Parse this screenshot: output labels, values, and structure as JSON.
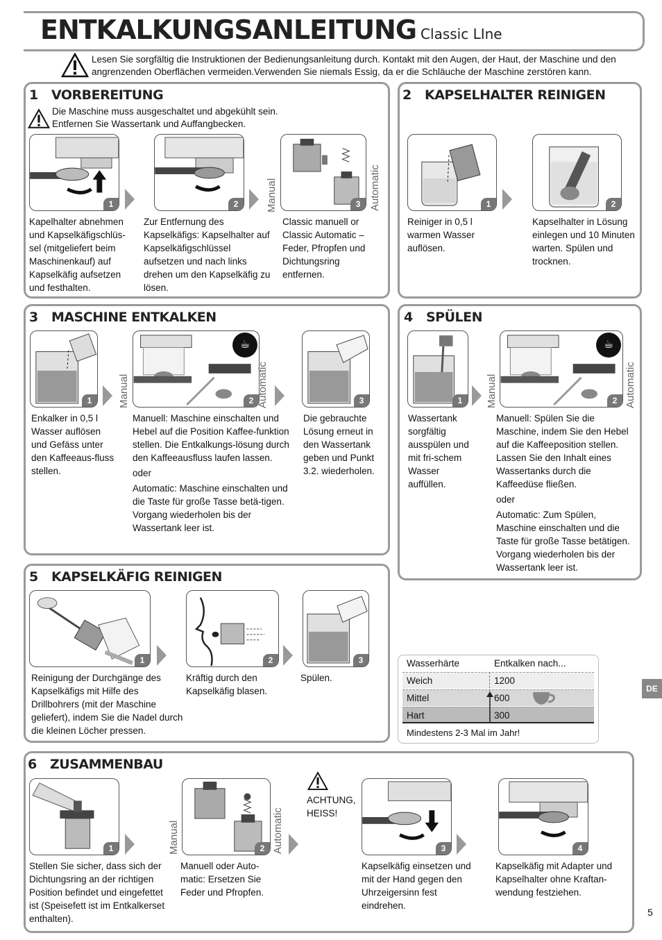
{
  "header": {
    "title": "ENTKALKUNGSANLEITUNG",
    "subtitle": "Classic LIne"
  },
  "warning_top": "Lesen Sie sorgfältig die Instruktionen der Bedienungsanleitung durch.  Kontakt mit den Augen, der Haut, der Maschine und den angrenzenden Oberflächen vermeiden.Verwenden Sie niemals Essig, da er die Schläuche der Maschine zerstören kann.",
  "s1": {
    "num": "1",
    "title": "VORBEREITUNG",
    "warn": "Die Maschine muss ausgeschaltet und abgekühlt sein.\nEntfernen Sie Wassertank und Auffangbecken.",
    "label_manual": "Manual",
    "label_automatic": "Automatic",
    "steps": [
      {
        "n": "1",
        "text": "Kapelhalter abnehmen und Kapselkäfigschlüs-sel (mitgeliefert beim Maschinenkauf) auf Kapselkäfig aufsetzen und festhalten."
      },
      {
        "n": "2",
        "text": "Zur Entfernung des Kapselkäfigs: Kapselhalter auf Kapselkäfigschlüssel aufsetzen und nach links drehen um den Kapselkäfig zu lösen."
      },
      {
        "n": "3",
        "text": "Classic manuell or Classic Automatic –  Feder, Pfropfen und Dichtungsring entfernen."
      }
    ]
  },
  "s2": {
    "num": "2",
    "title": "KAPSELHALTER REINIGEN",
    "steps": [
      {
        "n": "1",
        "text": "Reiniger in 0,5 l warmen Wasser auflösen."
      },
      {
        "n": "2",
        "text": "Kapselhalter in Lösung einlegen und 10 Minuten warten. Spülen und trocknen."
      }
    ]
  },
  "s3": {
    "num": "3",
    "title": "MASCHINE ENTKALKEN",
    "label_manual": "Manual",
    "label_automatic": "Automatic",
    "steps": [
      {
        "n": "1",
        "text": "Enkalker in 0,5 l Wasser auflösen und Gefäss unter den Kaffeeaus-fluss stellen."
      },
      {
        "n": "2",
        "text": "Manuell: Maschine einschalten und Hebel auf die Position Kaffee-funktion stellen. Die Entkalkungs-lösung durch den Kaffeeausfluss laufen lassen.",
        "or": "oder",
        "text2": "Automatic: Maschine einschalten und die Taste für große Tasse betä-tigen. Vorgang wiederholen bis der Wassertank leer ist."
      },
      {
        "n": "3",
        "text": "Die gebrauchte Lösung erneut in den Wassertank geben und Punkt 3.2. wiederholen."
      }
    ]
  },
  "s4": {
    "num": "4",
    "title": "SPÜLEN",
    "label_manual": "Manual",
    "label_automatic": "Automatic",
    "steps": [
      {
        "n": "1",
        "text": "Wassertank sorgfältig ausspülen und mit fri-schem Wasser auffüllen."
      },
      {
        "n": "2",
        "text": "Manuell: Spülen Sie die Maschine, indem Sie den Hebel auf die Kaffeeposition stellen. Lassen Sie den Inhalt eines Wassertanks durch die Kaffeedüse fließen.",
        "or": "oder",
        "text2": "Automatic: Zum Spülen, Maschine einschalten und die Taste für große Tasse betätigen. Vorgang wiederholen bis der Wassertank leer ist."
      }
    ]
  },
  "s5": {
    "num": "5",
    "title": "KAPSELKÄFIG REINIGEN",
    "steps": [
      {
        "n": "1",
        "text": "Reinigung der Durchgänge des Kapselkäfigs mit Hilfe des Drillbohrers (mit der Maschine geliefert), indem Sie die Nadel durch die kleinen Löcher pressen."
      },
      {
        "n": "2",
        "text": "Kräftig durch den Kapselkäfig blasen."
      },
      {
        "n": "3",
        "text": "Spülen."
      }
    ]
  },
  "hardness": {
    "col1": "Wasserhärte",
    "col2": "Entkalken nach...",
    "rows": [
      {
        "label": "Weich",
        "value": "1200"
      },
      {
        "label": "Mittel",
        "value": "600"
      },
      {
        "label": "Hart",
        "value": "300"
      }
    ],
    "footer": "Mindestens 2-3 Mal im Jahr!"
  },
  "s6": {
    "num": "6",
    "title": "ZUSAMMENBAU",
    "label_manual": "Manual",
    "label_automatic": "Automatic",
    "caution": "ACHTUNG,\nHEISS!",
    "steps": [
      {
        "n": "1",
        "text": "Stellen Sie sicher, dass sich der Dichtungsring an der richtigen Position befindet und eingefettet ist (Speisefett ist im Entkalkerset enthalten)."
      },
      {
        "n": "2",
        "text": "Manuell oder Auto-matic: Ersetzen Sie Feder und Pfropfen."
      },
      {
        "n": "3",
        "text": "Kapselkäfig einsetzen und mit der Hand gegen den Uhrzeigersinn fest eindrehen."
      },
      {
        "n": "4",
        "text": "Kapselkäfig mit Adapter und Kapselhalter ohne Kraftan-wendung festziehen."
      }
    ]
  },
  "lang": "DE",
  "page": "5"
}
